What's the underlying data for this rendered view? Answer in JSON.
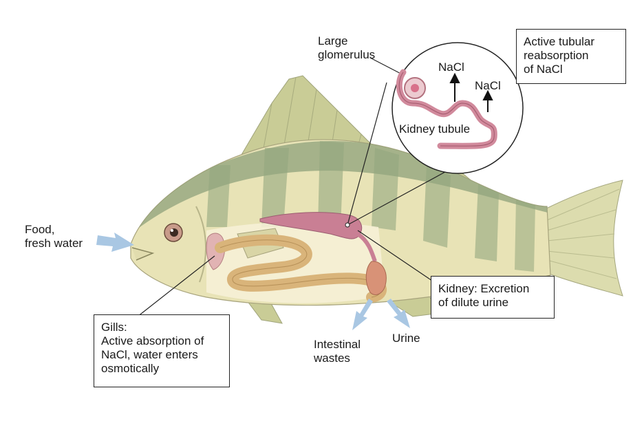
{
  "labels": {
    "large_glomerulus": [
      "Large",
      "glomerulus"
    ],
    "nacl_1": "NaCl",
    "nacl_2": "NaCl",
    "kidney_tubule": "Kidney tubule",
    "active_tubular": [
      "Active tubular",
      "reabsorption",
      "of NaCl"
    ],
    "food": [
      "Food,",
      "fresh water"
    ],
    "kidney_excretion": [
      "Kidney: Excretion",
      "of dilute urine"
    ],
    "gills": [
      "Gills:",
      "Active absorption of",
      "NaCl, water enters",
      "osmotically"
    ],
    "intestinal": [
      "Intestinal",
      "wastes"
    ],
    "urine": "Urine"
  },
  "colors": {
    "fish_body": "#e7e2b4",
    "fish_bars": "#9cae83",
    "fins": "#c7c995",
    "kidney": "#c97f94",
    "gut": "#d8b67d",
    "arrow_blue": "#a9c7e3",
    "text": "#1a1a1a"
  }
}
